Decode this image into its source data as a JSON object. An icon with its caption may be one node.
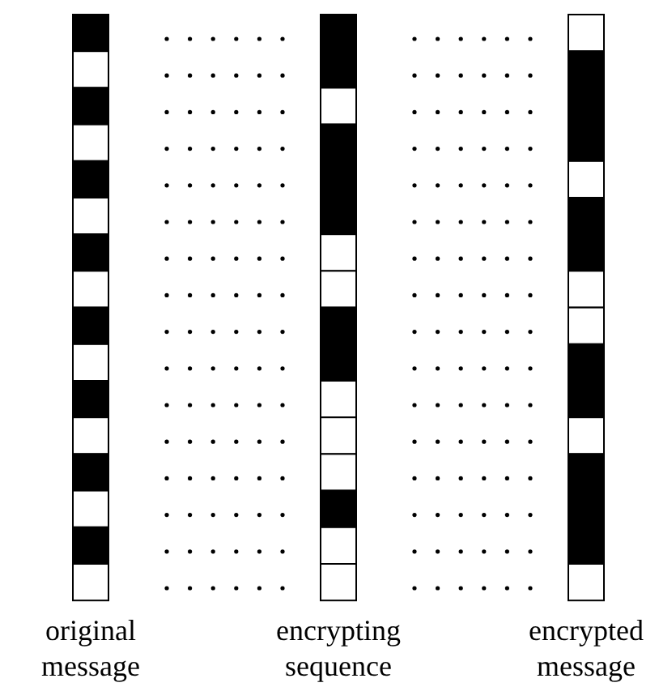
{
  "diagram": {
    "nodes": [
      {
        "text": [
          "original message"
        ]
      },
      {
        "text": [
          "encrypting sequence"
        ]
      },
      {
        "text": [
          "encrypted message"
        ]
      }
    ]
  }
}
